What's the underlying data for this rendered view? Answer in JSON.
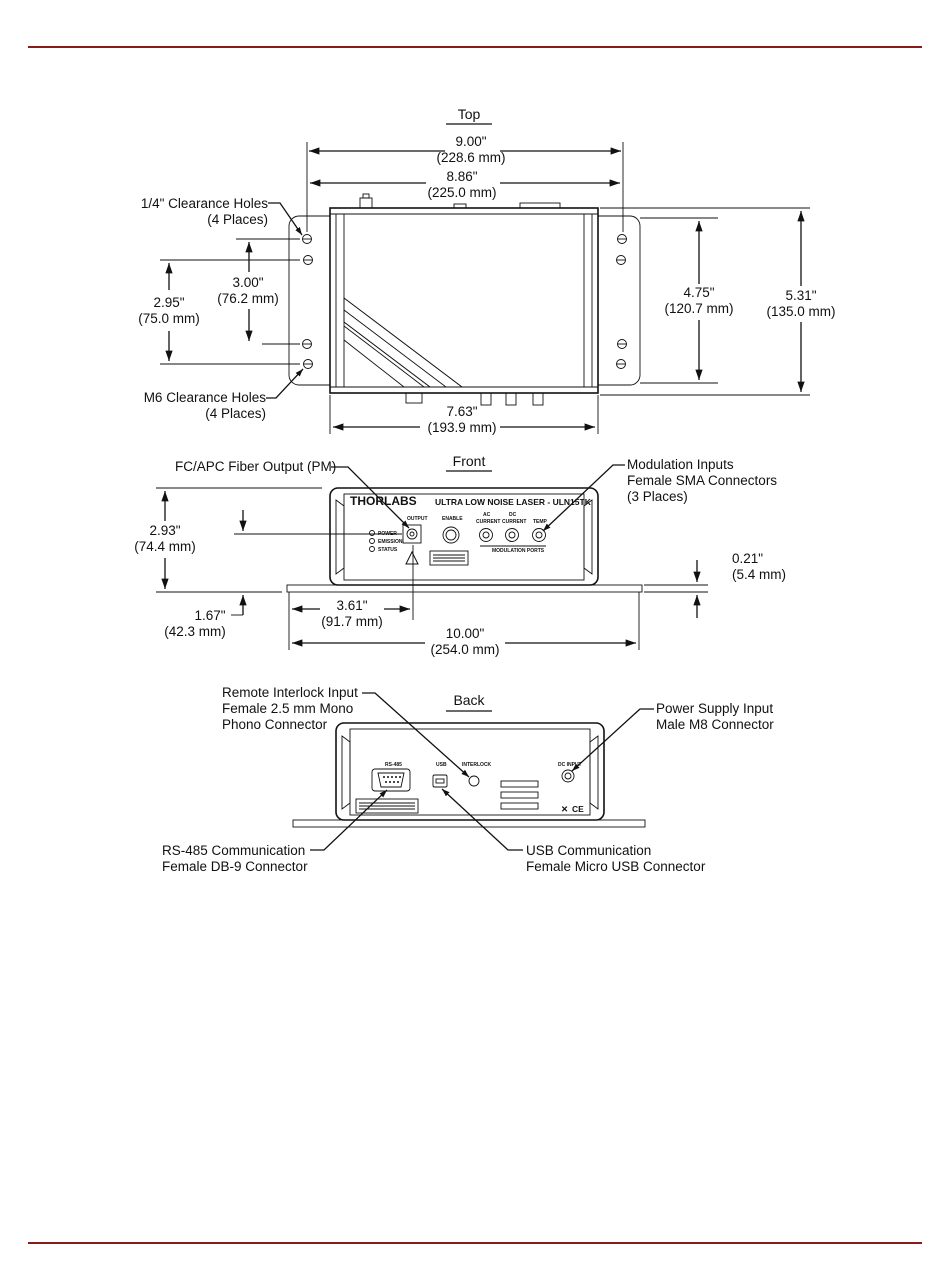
{
  "page": {
    "rule_color": "#8b1a1a"
  },
  "top_view": {
    "title": "Top",
    "overall_width": {
      "in": "9.00\"",
      "mm": "(228.6 mm)"
    },
    "hole_span": {
      "in": "8.86\"",
      "mm": "(225.0 mm)"
    },
    "quarter_holes": {
      "line1": "1/4\" Clearance Holes",
      "line2": "(4 Places)"
    },
    "m6_holes": {
      "line1": "M6 Clearance Holes",
      "line2": "(4 Places)"
    },
    "inner_spacing": {
      "in": "3.00\"",
      "mm": "(76.2 mm)"
    },
    "outer_spacing": {
      "in": "2.95\"",
      "mm": "(75.0 mm)"
    },
    "hole_height": {
      "in": "4.75\"",
      "mm": "(120.7 mm)"
    },
    "total_height": {
      "in": "5.31\"",
      "mm": "(135.0 mm)"
    },
    "body_width": {
      "in": "7.63\"",
      "mm": "(193.9 mm)"
    }
  },
  "front_view": {
    "title": "Front",
    "fiber_output": "FC/APC Fiber Output (PM)",
    "modulation": {
      "line1": "Modulation Inputs",
      "line2": "Female SMA Connectors",
      "line3": "(3 Places)"
    },
    "height": {
      "in": "2.93\"",
      "mm": "(74.4 mm)"
    },
    "plate_thickness": {
      "in": "0.21\"",
      "mm": "(5.4 mm)"
    },
    "output_height": {
      "in": "1.67\"",
      "mm": "(42.3 mm)"
    },
    "output_offset": {
      "in": "3.61\"",
      "mm": "(91.7 mm)"
    },
    "plate_width": {
      "in": "10.00\"",
      "mm": "(254.0 mm)"
    },
    "panel": {
      "brand": "THORLABS",
      "product": "ULTRA LOW NOISE LASER - ULN15TK",
      "output": "OUTPUT",
      "enable": "ENABLE",
      "ac": "AC",
      "dc": "DC",
      "current": "CURRENT",
      "temp": "TEMP",
      "mod_ports": "MODULATION PORTS",
      "power": "POWER",
      "emission": "EMISSION",
      "status": "STATUS"
    }
  },
  "back_view": {
    "title": "Back",
    "interlock": {
      "line1": "Remote Interlock Input",
      "line2": "Female 2.5 mm Mono",
      "line3": "Phono Connector"
    },
    "power_supply": {
      "line1": "Power Supply Input",
      "line2": "Male M8 Connector"
    },
    "rs485": {
      "line1": "RS-485 Communication",
      "line2": "Female DB-9 Connector"
    },
    "usb": {
      "line1": "USB Communication",
      "line2": "Female Micro USB Connector"
    },
    "panel": {
      "rs485": "RS-485",
      "usb": "USB",
      "interlock": "INTERLOCK",
      "dc_input": "DC INPUT"
    }
  }
}
